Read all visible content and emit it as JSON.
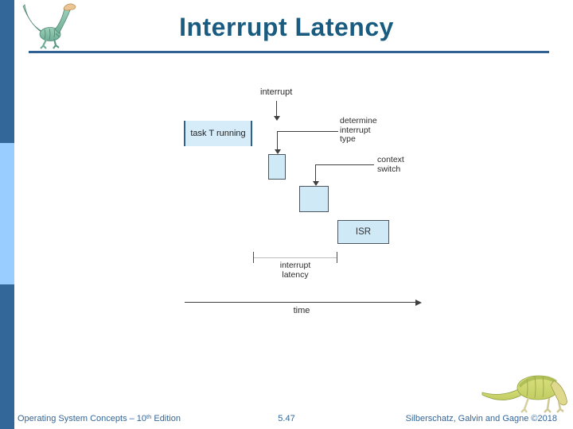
{
  "slide": {
    "title": "Interrupt Latency",
    "page_number": "5.47",
    "footer_left": {
      "prefix": "Operating System Concepts – 10",
      "sup": "th",
      "suffix": " Edition"
    },
    "footer_right": "Silberschatz, Galvin and Gagne ©2018"
  },
  "diagram": {
    "interrupt_label": "interrupt",
    "task_box_label": "task T running",
    "determine_lines": [
      "determine",
      "interrupt",
      "type"
    ],
    "context_lines": [
      "context",
      "switch"
    ],
    "isr_label": "ISR",
    "latency_lines": [
      "interrupt",
      "latency"
    ],
    "time_label": "time"
  },
  "colors": {
    "accent_dark_blue": "#336699",
    "accent_light_blue": "#99ccff",
    "title_blue": "#1a5c80",
    "box_fill": "#cfe9f7",
    "box_border_gray": "#4a5560",
    "diagram_line_gray": "#3f3f3f"
  }
}
